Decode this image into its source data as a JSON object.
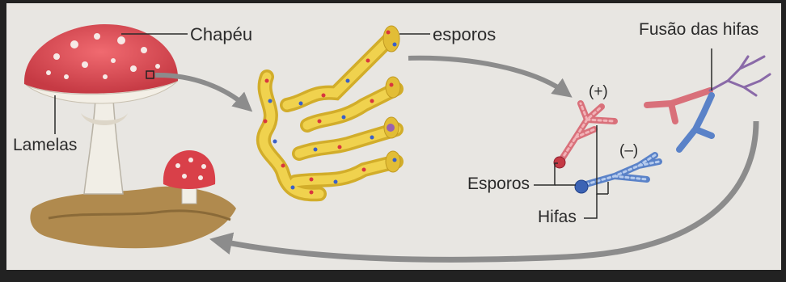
{
  "labels": {
    "chapeu": "Chapéu",
    "esporos_top": "esporos",
    "fusao": "Fusão das hifas",
    "lamelas": "Lamelas",
    "plus": "(+)",
    "minus": "(–)",
    "esporos_bottom": "Esporos",
    "hifas": "Hifas"
  },
  "colors": {
    "background": "#e8e6e2",
    "cap_red": "#e0525a",
    "hypha_yellow": "#e6c63e",
    "hypha_plus": "#d9707a",
    "hypha_minus": "#5a82c8",
    "fusion_purple": "#8a6aa8",
    "soil": "#b08a4e",
    "arrow_gray": "#8c8c8c"
  },
  "icons": [
    "mushroom-illustration",
    "small-mushroom-illustration",
    "yellow-hyphae-with-spores",
    "plus-hypha",
    "minus-hypha",
    "fused-hyphae",
    "cycle-arrow"
  ]
}
